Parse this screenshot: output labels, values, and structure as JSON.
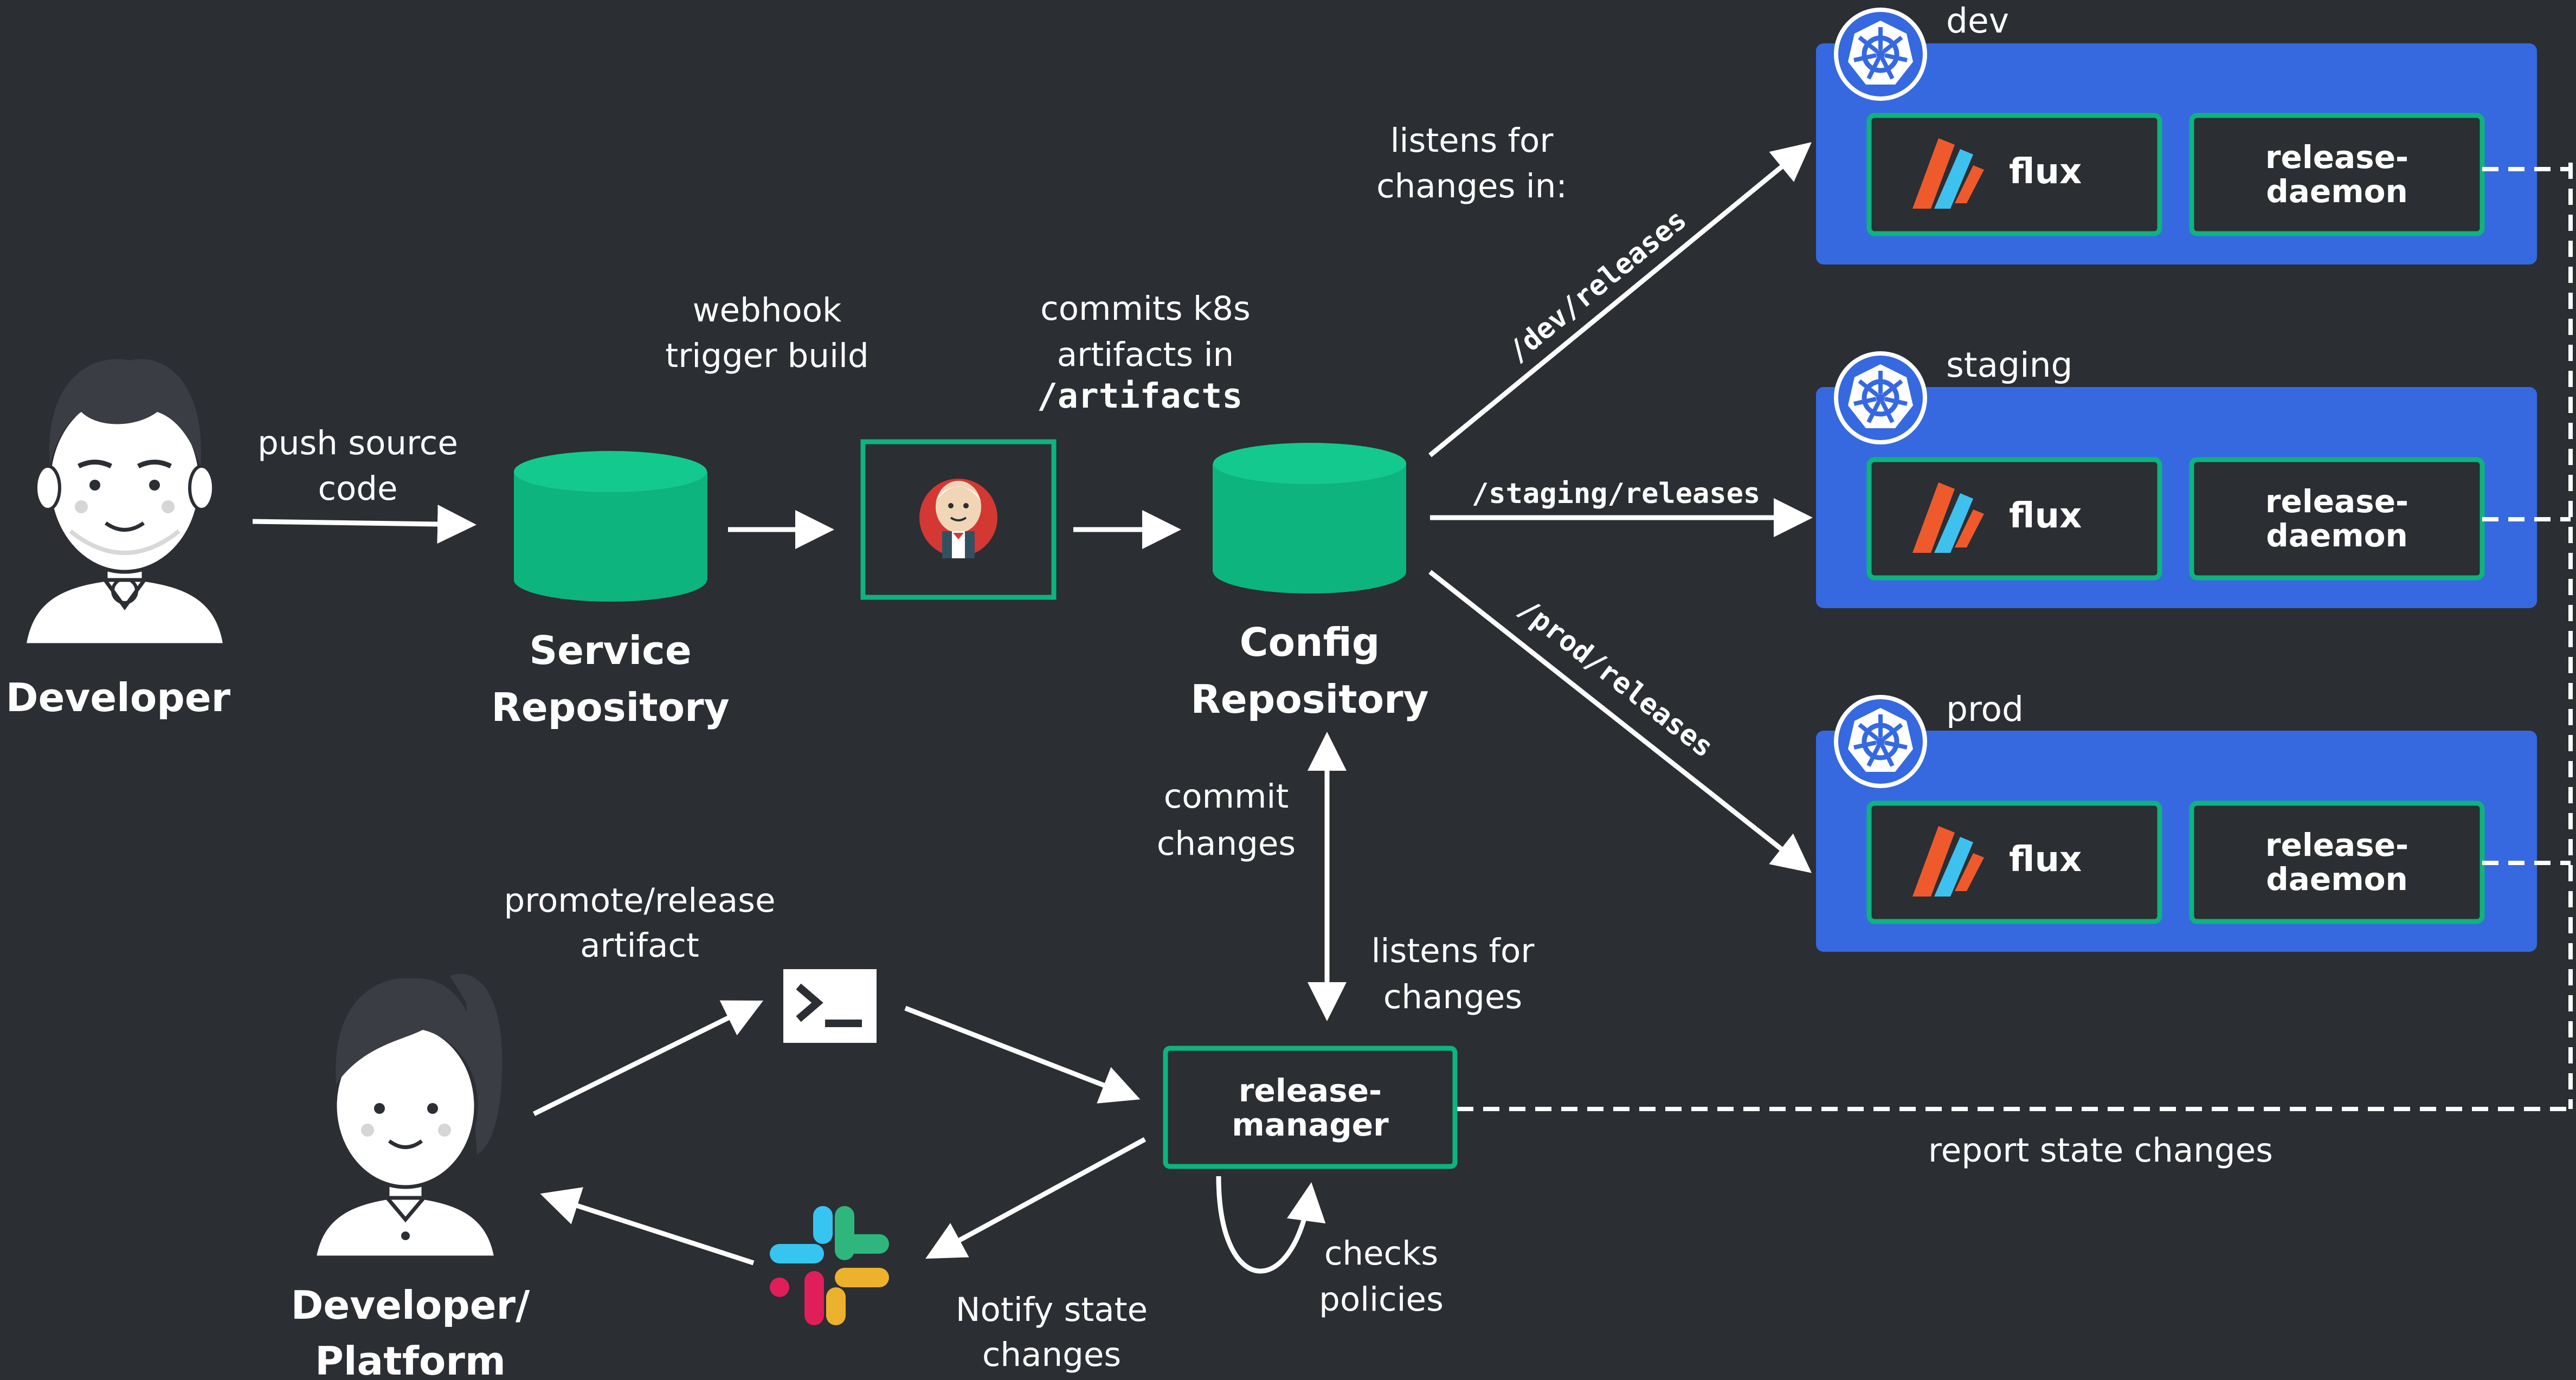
{
  "actors": {
    "developer": "Developer",
    "developer_platform_line1": "Developer/",
    "developer_platform_line2": "Platform"
  },
  "repos": {
    "service_line1": "Service",
    "service_line2": "Repository",
    "config_line1": "Config",
    "config_line2": "Repository"
  },
  "edges": {
    "push_line1": "push source",
    "push_line2": "code",
    "webhook_line1": "webhook",
    "webhook_line2": "trigger build",
    "commits_line1": "commits k8s",
    "commits_line2": "artifacts in",
    "commits_path": "/artifacts",
    "listens_line1": "listens for",
    "listens_line2": "changes in:",
    "dev_path": "/dev/releases",
    "staging_path": "/staging/releases",
    "prod_path": "/prod/releases",
    "commit_changes_line1": "commit",
    "commit_changes_line2": "changes",
    "listens_changes_line1": "listens for",
    "listens_changes_line2": "changes",
    "promote_line1": "promote/release",
    "promote_line2": "artifact",
    "checks_line1": "checks",
    "checks_line2": "policies",
    "notify_line1": "Notify state",
    "notify_line2": "changes",
    "report": "report state changes"
  },
  "release_manager": {
    "line1": "release-",
    "line2": "manager"
  },
  "clusters": [
    {
      "env": "dev",
      "flux": "flux",
      "daemon_line1": "release-",
      "daemon_line2": "daemon"
    },
    {
      "env": "staging",
      "flux": "flux",
      "daemon_line1": "release-",
      "daemon_line2": "daemon"
    },
    {
      "env": "prod",
      "flux": "flux",
      "daemon_line1": "release-",
      "daemon_line2": "daemon"
    }
  ],
  "colors": {
    "background": "#2b2e33",
    "accent_green": "#0db47e",
    "cluster_blue": "#3669e0",
    "box_dark": "#2b2e33",
    "flux_orange": "#ee5a2c",
    "flux_blue": "#3fc1ee"
  },
  "icons": {
    "jenkins": "jenkins-icon",
    "terminal": "terminal-icon",
    "slack": "slack-icon",
    "kubernetes": "kubernetes-icon",
    "flux": "flux-icon"
  }
}
